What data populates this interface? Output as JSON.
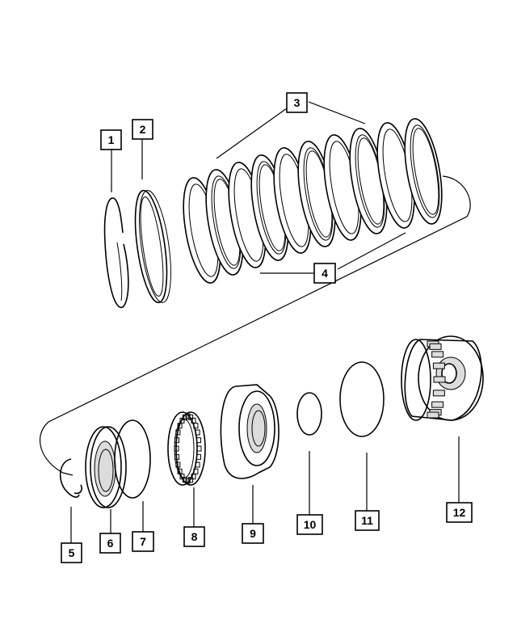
{
  "diagram": {
    "callouts": [
      {
        "id": "1",
        "label": "1"
      },
      {
        "id": "2",
        "label": "2"
      },
      {
        "id": "3",
        "label": "3"
      },
      {
        "id": "4",
        "label": "4"
      },
      {
        "id": "5",
        "label": "5"
      },
      {
        "id": "6",
        "label": "6"
      },
      {
        "id": "7",
        "label": "7"
      },
      {
        "id": "8",
        "label": "8"
      },
      {
        "id": "9",
        "label": "9"
      },
      {
        "id": "10",
        "label": "10"
      },
      {
        "id": "11",
        "label": "11"
      },
      {
        "id": "12",
        "label": "12"
      }
    ],
    "colors": {
      "line": "#000000",
      "background": "#ffffff",
      "shade": "#dcdcdc"
    }
  }
}
